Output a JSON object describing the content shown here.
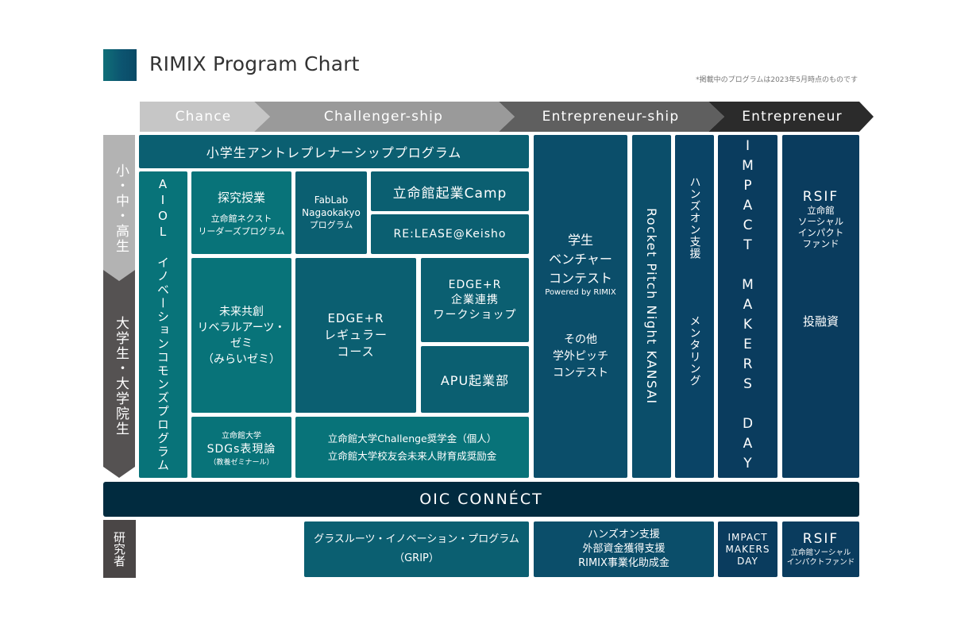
{
  "header": {
    "title": "RIMIX Program Chart",
    "note": "*掲載中のプログラムは2023年5月時点のものです",
    "logo_color": "#0c5470"
  },
  "stages": [
    {
      "label": "Chance",
      "color": "#c6c6c6"
    },
    {
      "label": "Challenger-ship",
      "color": "#9a9a9a"
    },
    {
      "label": "Entrepreneur-ship",
      "color": "#5f5f5f"
    },
    {
      "label": "Entrepreneur",
      "color": "#2b2b2b"
    }
  ],
  "audiences": {
    "k12": "小・中・高生",
    "university": "大学生・大学院生",
    "researcher": "研究者",
    "k12_color": "#b3b3b3",
    "university_color": "#555252",
    "researcher_color": "#4a4646"
  },
  "programs": {
    "elementary": "小学生アントレプレナーシッププログラム",
    "aiol": "AIOL イノベーションコモンズプログラム",
    "tankyu": {
      "title": "探究授業",
      "sub1": "立命館ネクスト",
      "sub2": "リーダーズプログラム"
    },
    "fablab": {
      "line1": "FabLab",
      "line2": "Nagaokakyo",
      "line3": "プログラム"
    },
    "camp": "立命館起業Camp",
    "release": "RE:LEASE@Keisho",
    "mirai": {
      "line1": "未来共創",
      "line2": "リベラルアーツ・",
      "line3": "ゼミ",
      "line4": "（みらいゼミ）"
    },
    "edge_regular": {
      "line1": "EDGE+R",
      "line2": "レギュラー",
      "line3": "コース"
    },
    "edge_corp": {
      "line1": "EDGE+R",
      "line2": "企業連携",
      "line3": "ワークショップ"
    },
    "apu": "APU起業部",
    "sdgs": {
      "line1": "立命館大学",
      "line2": "SDGs表現論",
      "line3": "（教養ゼミナール）"
    },
    "scholarship": {
      "line1": "立命館大学Challenge奨学金（個人）",
      "line2": "立命館大学校友会未来人財育成奨励金"
    },
    "venture": {
      "line1": "学生",
      "line2": "ベンチャー",
      "line3": "コンテスト",
      "powered": "Powered by RIMIX",
      "other1": "その他",
      "other2": "学外ピッチ",
      "other3": "コンテスト"
    },
    "rocket": "Rocket Pitch Night KANSAI",
    "handson": {
      "top": "ハンズオン支援",
      "bottom": "メンタリング"
    },
    "impact": "IMPACT MAKERS DAY",
    "rsif": {
      "title": "RSIF",
      "line1": "立命館",
      "line2": "ソーシャル",
      "line3": "インパクト",
      "line4": "ファンド",
      "invest": "投融資"
    }
  },
  "oic": "OIC CONNÉCT",
  "research": {
    "grip": {
      "line1": "グラスルーツ・イノベーション・プログラム",
      "line2": "（GRIP）"
    },
    "support": {
      "line1": "ハンズオン支援",
      "line2": "外部資金獲得支援",
      "line3": "RIMIX事業化助成金"
    },
    "impact": {
      "line1": "IMPACT",
      "line2": "MAKERS",
      "line3": "DAY"
    },
    "rsif": {
      "title": "RSIF",
      "line1": "立命館ソーシャル",
      "line2": "インパクトファンド"
    }
  }
}
